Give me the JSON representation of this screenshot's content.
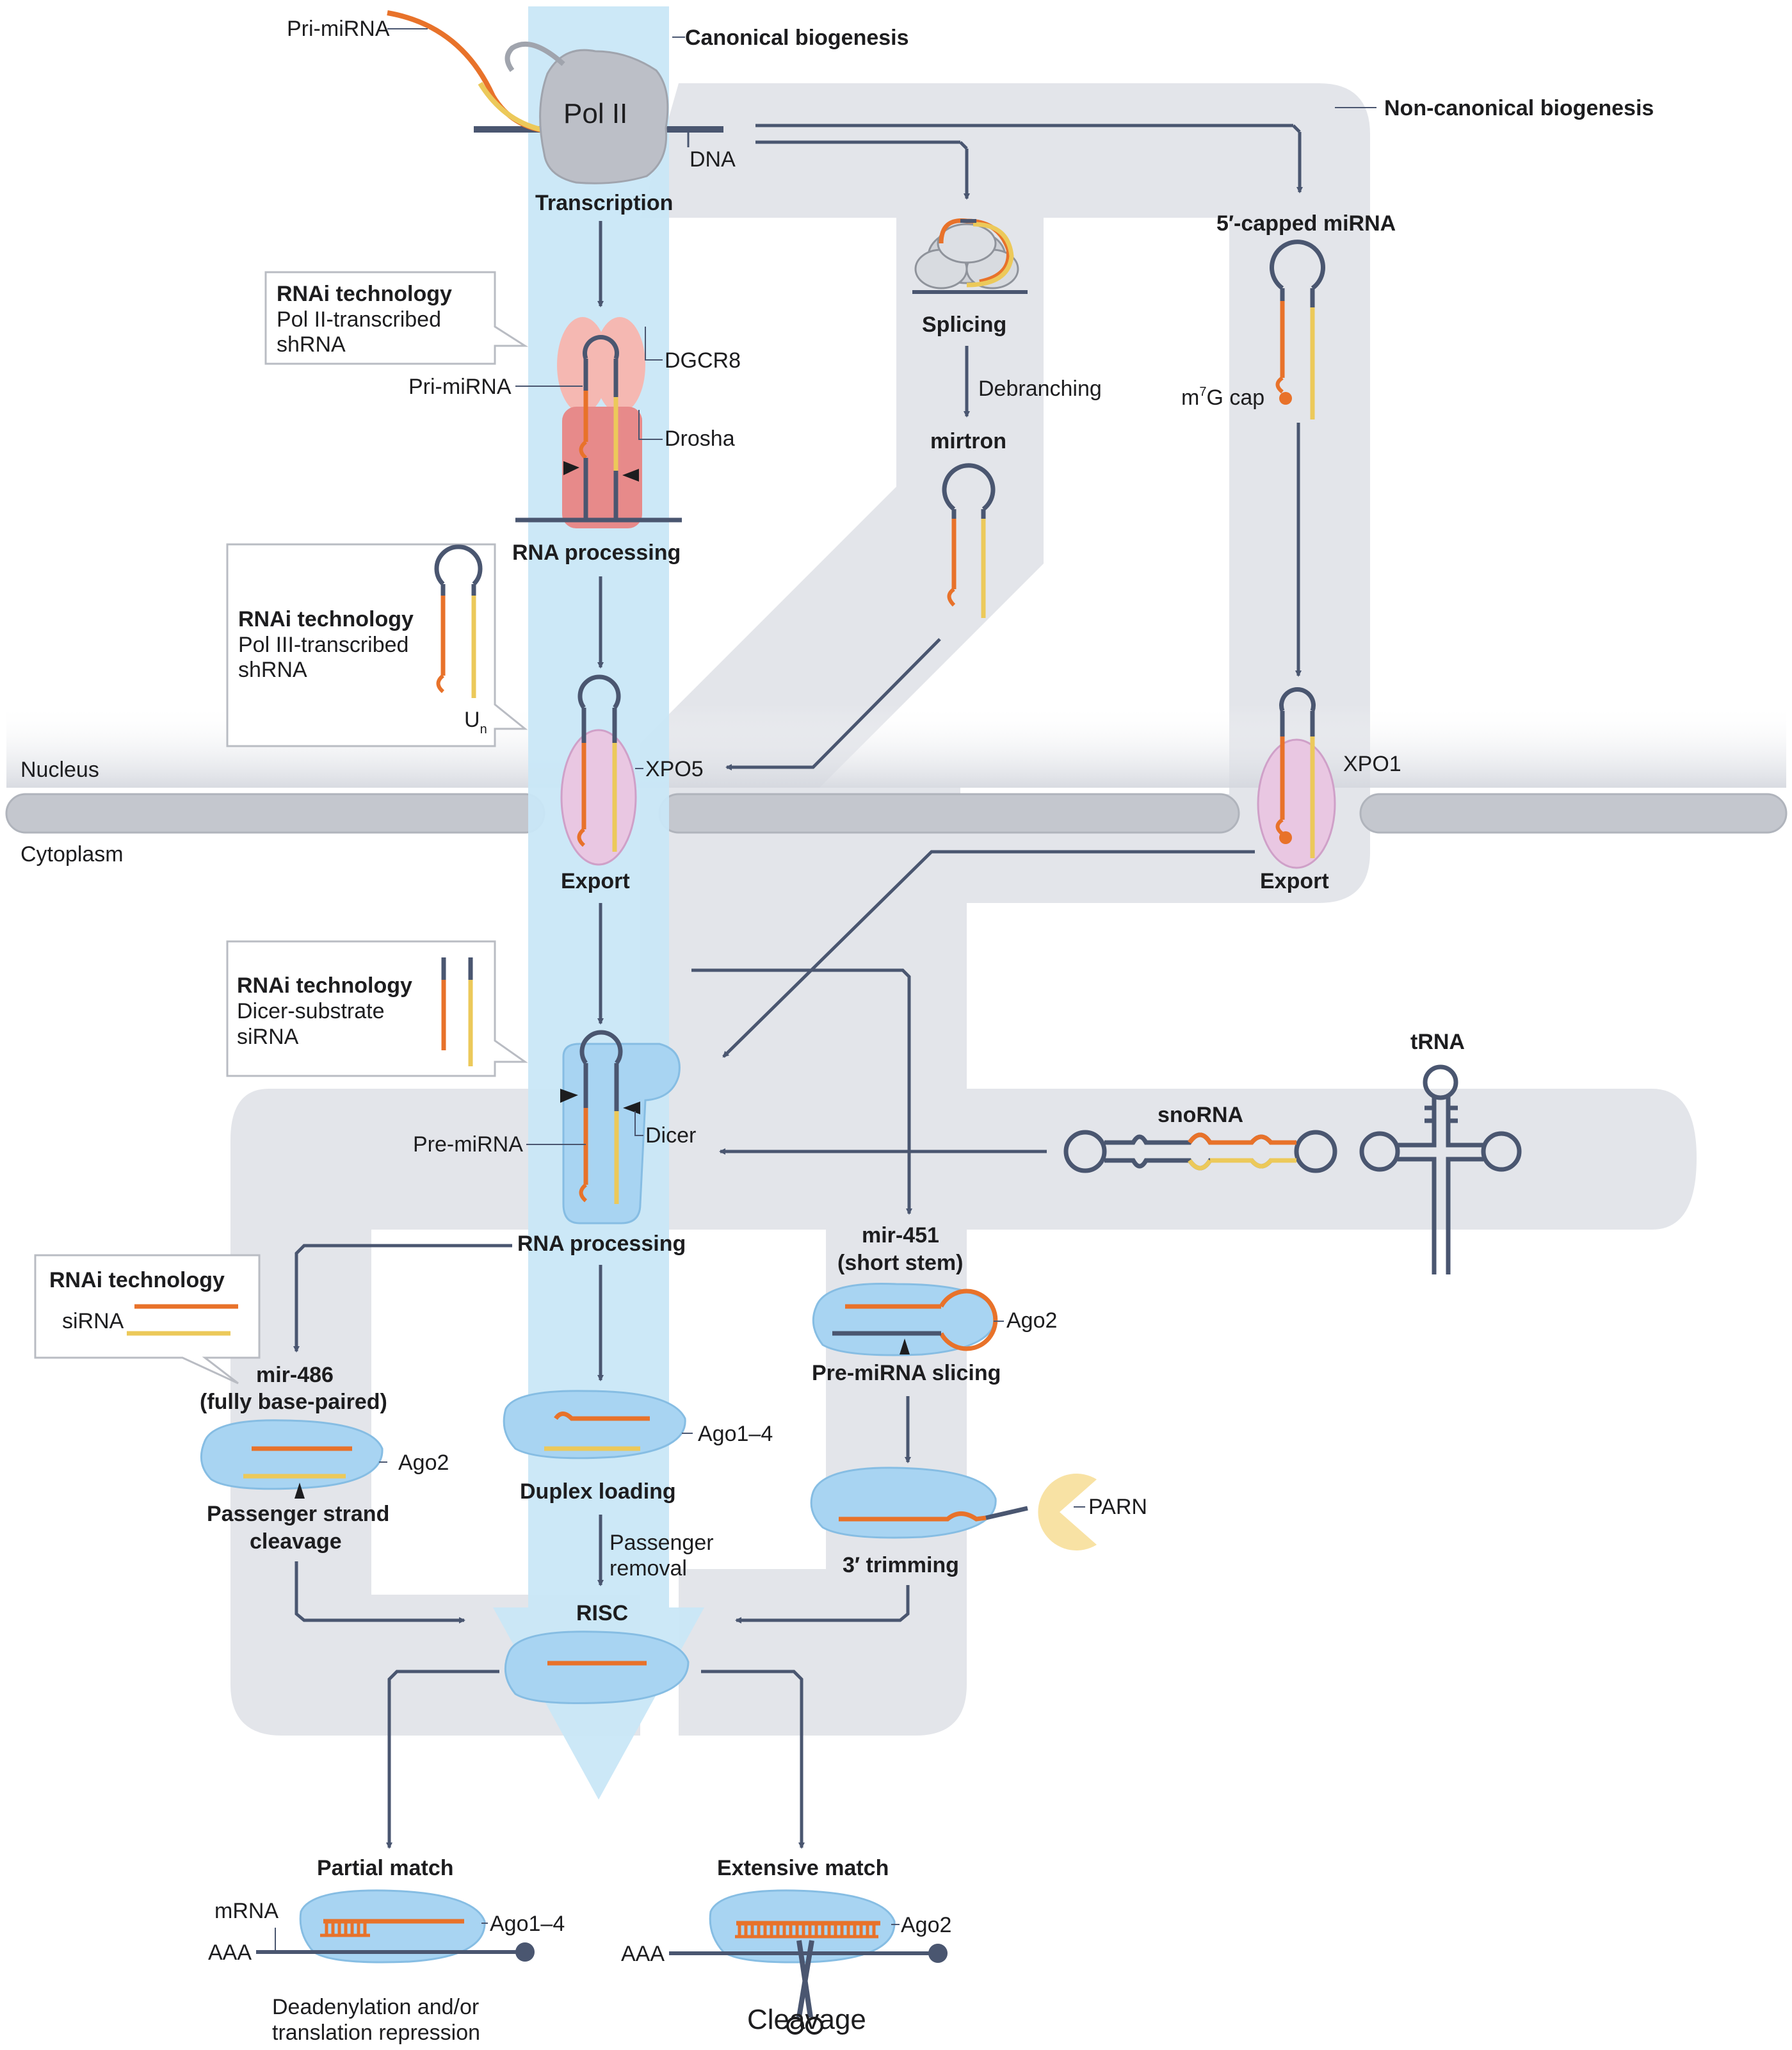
{
  "labels": {
    "pri_mirna_top": "Pri-miRNA",
    "pol_ii": "Pol II",
    "dna": "DNA",
    "transcription": "Transcription",
    "canonical": "Canonical biogenesis",
    "noncanonical": "Non-canonical biogenesis",
    "splicing": "Splicing",
    "debranching": "Debranching",
    "mirtron": "mirtron",
    "capped": "5′-capped miRNA",
    "cap_m": "m",
    "cap_7": "7",
    "cap_g": "G cap",
    "dgcr8": "DGCR8",
    "pri_mirna_mid": "Pri-miRNA",
    "drosha": "Drosha",
    "rna_processing_1": "RNA processing",
    "xpo5": "XPO5",
    "xpo1": "XPO1",
    "nucleus": "Nucleus",
    "cytoplasm": "Cytoplasm",
    "export_1": "Export",
    "export_2": "Export",
    "dicer": "Dicer",
    "pre_mirna": "Pre-miRNA",
    "rna_processing_2": "RNA processing",
    "trna": "tRNA",
    "snorna": "snoRNA",
    "mir451_a": "mir-451",
    "mir451_b": "(short stem)",
    "ago2_451": "Ago2",
    "pre_mirna_slicing": "Pre-miRNA slicing",
    "mir486_a": "mir-486",
    "mir486_b": "(fully base-paired)",
    "ago2_486": "Ago2",
    "passenger_a": "Passenger strand",
    "passenger_b": "cleavage",
    "ago14_duplex": "Ago1–4",
    "duplex_loading": "Duplex loading",
    "passenger_removal_a": "Passenger",
    "passenger_removal_b": "removal",
    "parn": "PARN",
    "trimming": "3′ trimming",
    "risc": "RISC",
    "partial_match": "Partial match",
    "extensive_match": "Extensive match",
    "mrna": "mRNA",
    "aaa_1": "AAA",
    "aaa_2": "AAA",
    "ago14_partial": "Ago1–4",
    "ago2_ext": "Ago2",
    "deadenylation_a": "Deadenylation and/or",
    "deadenylation_b": "translation repression",
    "cleavage": "Cleavage"
  },
  "callouts": {
    "polii_shrna": {
      "title": "RNAi technology",
      "line1": "Pol II-transcribed",
      "line2": "shRNA"
    },
    "poliii_shrna": {
      "title": "RNAi technology",
      "line1": "Pol III-transcribed",
      "line2": "shRNA",
      "un": "U",
      "un_sub": "n"
    },
    "dicer_sirna": {
      "title": "RNAi technology",
      "line1": "Dicer-substrate",
      "line2": "siRNA"
    },
    "sirna": {
      "title": "RNAi technology",
      "line1": "siRNA"
    }
  },
  "colors": {
    "orange": "#e8722a",
    "yellow": "#ecc95a",
    "navy": "#4a5670",
    "track": "#e3e5ea",
    "canonical_band": "#c9e7f7",
    "protein": "#a8d4f2",
    "pink": "#e9c7e2",
    "drosha": "#e78a8a",
    "dgcr8": "#f5b8b2",
    "pol": "#bcbfc7",
    "parn": "#f8e2a4",
    "membrane": "#c4c7ce"
  }
}
